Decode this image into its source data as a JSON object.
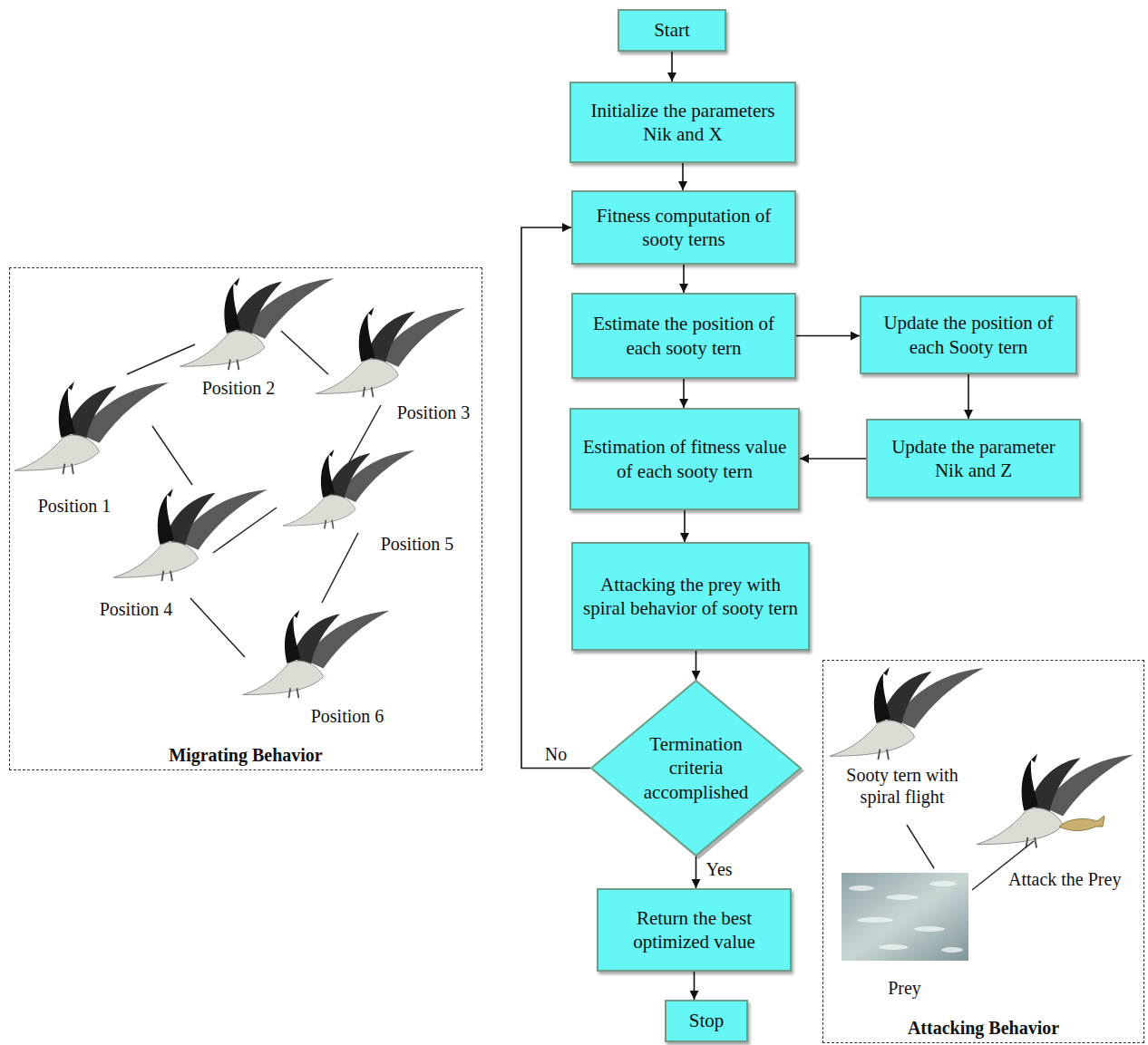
{
  "diagram": {
    "nodes": [
      {
        "text": [
          "Start"
        ]
      },
      {
        "text": [
          "Initialize the parameters Nik and X"
        ]
      },
      {
        "text": [
          "Fitness computation of sooty terns"
        ]
      },
      {
        "text": [
          "Estimate the position of each sooty tern"
        ]
      },
      {
        "text": [
          "Update the position of each Sooty tern"
        ]
      },
      {
        "text": [
          "Update the parameter Nik and Z"
        ]
      },
      {
        "text": [
          "Estimation of fitness value of each sooty tern"
        ]
      },
      {
        "text": [
          "Attacking the prey with spiral behavior of sooty tern"
        ]
      },
      {
        "text": [
          "Termination criteria accomplished"
        ]
      },
      {
        "text": [
          "Return the best optimized value"
        ]
      },
      {
        "text": [
          "Stop"
        ]
      },
      {
        "text": [
          "Migrating Behavior"
        ]
      },
      {
        "text": [
          "Attacking Behavior"
        ]
      }
    ],
    "edges": [
      {
        "from": 0,
        "to": 1,
        "arrow": "to"
      },
      {
        "from": 1,
        "to": 2,
        "arrow": "to"
      },
      {
        "from": 2,
        "to": 3,
        "arrow": "to"
      },
      {
        "from": 3,
        "to": 4,
        "arrow": "to"
      },
      {
        "from": 4,
        "to": 5,
        "arrow": "to"
      },
      {
        "from": 5,
        "to": 6,
        "arrow": "to"
      },
      {
        "from": 3,
        "to": 6,
        "arrow": "to"
      },
      {
        "from": 6,
        "to": 7,
        "arrow": "to"
      },
      {
        "from": 7,
        "to": 8,
        "arrow": "to"
      },
      {
        "from": 8,
        "to": 2,
        "label": "No",
        "arrow": "to"
      },
      {
        "from": 8,
        "to": 9,
        "label": "Yes",
        "arrow": "to"
      },
      {
        "from": 9,
        "to": 10,
        "arrow": "to"
      }
    ],
    "labels": [
      "Position 1",
      "Position 2",
      "Position 3",
      "Position 4",
      "Position 5",
      "Position 6",
      "Sooty tern with spiral flight",
      "Prey",
      "Attack the Prey"
    ]
  }
}
